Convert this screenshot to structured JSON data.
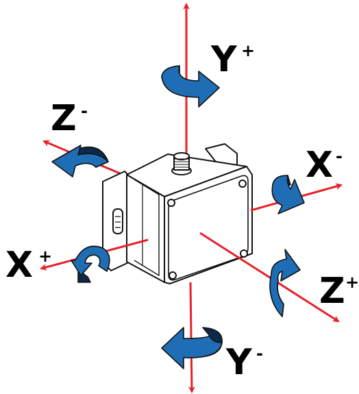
{
  "colors": {
    "axis": "#e8202a",
    "rotation_arrow": "#1f6eb5",
    "rotation_arrow_shadow": "#0c2a4a",
    "outline": "#111111",
    "body_fill": "#ffffff"
  },
  "axes": {
    "y_plus": {
      "letter": "Y",
      "sign": "+"
    },
    "y_minus": {
      "letter": "Y",
      "sign": "-"
    },
    "x_plus": {
      "letter": "X",
      "sign": "+"
    },
    "x_minus": {
      "letter": "X",
      "sign": "-"
    },
    "z_plus": {
      "letter": "Z",
      "sign": "+"
    },
    "z_minus": {
      "letter": "Z",
      "sign": "-"
    }
  }
}
